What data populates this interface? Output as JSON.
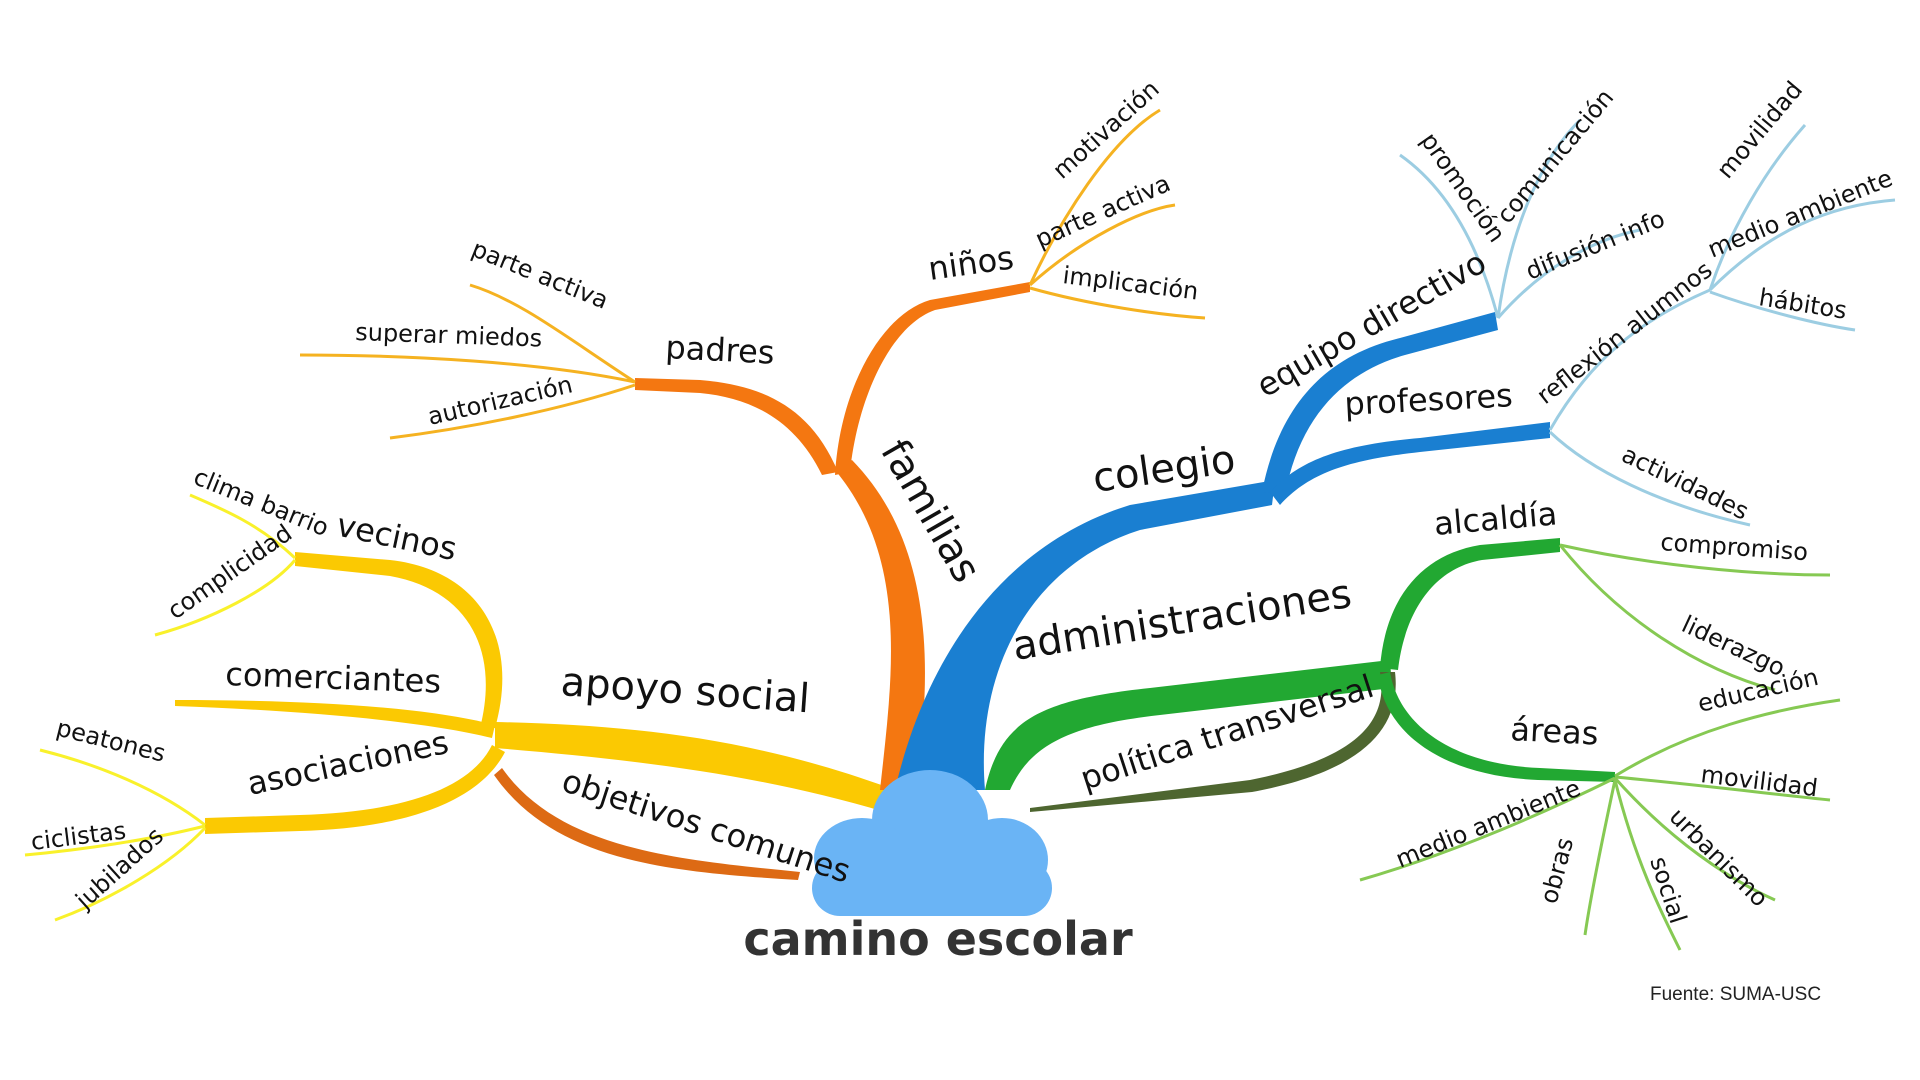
{
  "center": {
    "label": "camino escolar",
    "color": "#6ab4f5"
  },
  "source": "Fuente: SUMA-USC",
  "branches": {
    "familias": {
      "label": "familias",
      "color": "#f47711",
      "padres": {
        "label": "padres",
        "children": [
          "parte activa",
          "superar miedos",
          "autorización"
        ],
        "color": "#f5b221"
      },
      "ninos": {
        "label": "niños",
        "children": [
          "motivación",
          "parte activa",
          "implicación"
        ],
        "color": "#f5b221"
      }
    },
    "colegio": {
      "label": "colegio",
      "color": "#1a7fd1",
      "equipo": {
        "label": "equipo directivo",
        "children": [
          "promoción",
          "comunicación",
          "difusión info"
        ],
        "color": "#9ccde2"
      },
      "profesores": {
        "label": "profesores",
        "children": [
          "reflexión alumnos",
          "movilidad",
          "medio ambiente",
          "hábitos",
          "actividades"
        ],
        "color": "#9ccde2"
      }
    },
    "administraciones": {
      "label": "administraciones",
      "color": "#22a832",
      "alcaldia": {
        "label": "alcaldía",
        "children": [
          "compromiso",
          "liderazgo"
        ],
        "color": "#86c953"
      },
      "areas": {
        "label": "áreas",
        "children": [
          "educación",
          "movilidad",
          "urbanismo",
          "social",
          "obras",
          "medio ambiente"
        ],
        "color": "#86c953"
      },
      "politica": {
        "label": "política transversal",
        "color": "#4e6630"
      }
    },
    "apoyo": {
      "label": "apoyo social",
      "color": "#fbc902",
      "vecinos": {
        "label": "vecinos",
        "children": [
          "clima barrio",
          "complicidad"
        ],
        "color": "#f9f12b"
      },
      "comerciantes": {
        "label": "comerciantes"
      },
      "asociaciones": {
        "label": "asociaciones",
        "children": [
          "peatones",
          "ciclistas",
          "jubilados"
        ],
        "color": "#f9f12b"
      },
      "objetivos": {
        "label": "objetivos comunes",
        "color": "#dd6a14"
      }
    }
  }
}
